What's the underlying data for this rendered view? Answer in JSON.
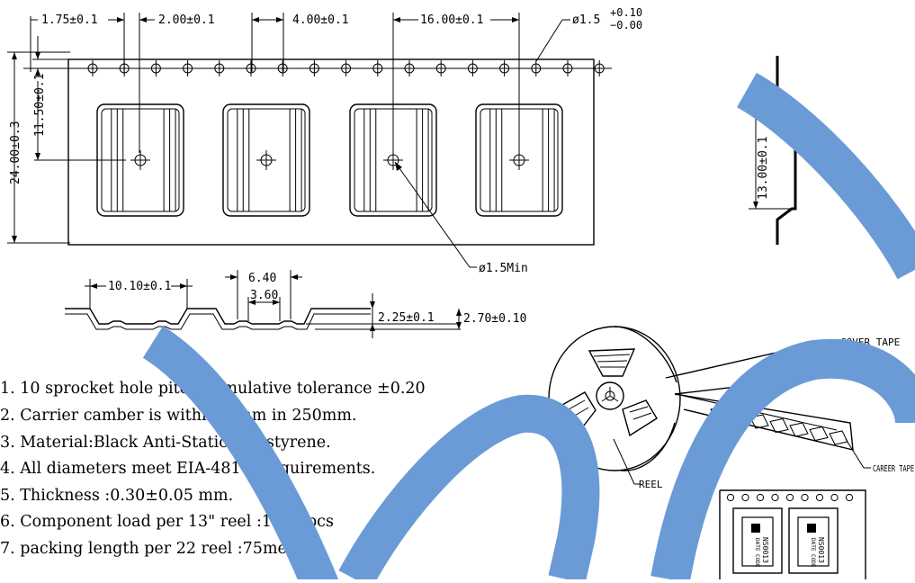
{
  "watermark_color": "#6a9bd6",
  "dims": {
    "d1": "1.75±0.1",
    "d2": "2.00±0.1",
    "d3": "4.00±0.1",
    "d4": "16.00±0.1",
    "d5_base": "ø1.5",
    "d5_plus": "+0.10",
    "d5_minus": "−0.00",
    "v1": "24.00±0.3",
    "v2": "11.50±0.1",
    "hole_min": "ø1.5Min",
    "side": "13.00±0.1",
    "p1": "10.10±0.1",
    "p2": "6.40",
    "p3": "3.60",
    "p4": "2.25±0.1",
    "p5": "2.70±0.10"
  },
  "notes": [
    "1. 10 sprocket hole pitch cumulative tolerance ±0.20",
    "2. Carrier camber is within 1 mm in 250mm.",
    "3. Material:Black Anti-Static polystyrene.",
    "4. All diameters meet EIA-481-B requirements.",
    "5. Thickness :0.30±0.05 mm.",
    "6. Component load per 13\" reel :1500 pcs",
    "7. packing length per 22 reel :75meters"
  ],
  "labels": {
    "cover_tape": "COVER TAPE",
    "career_tape": "CAREER TAPE",
    "reel": "REEL",
    "chip_text": "NS0013",
    "chip_date": "DATE CODE"
  }
}
